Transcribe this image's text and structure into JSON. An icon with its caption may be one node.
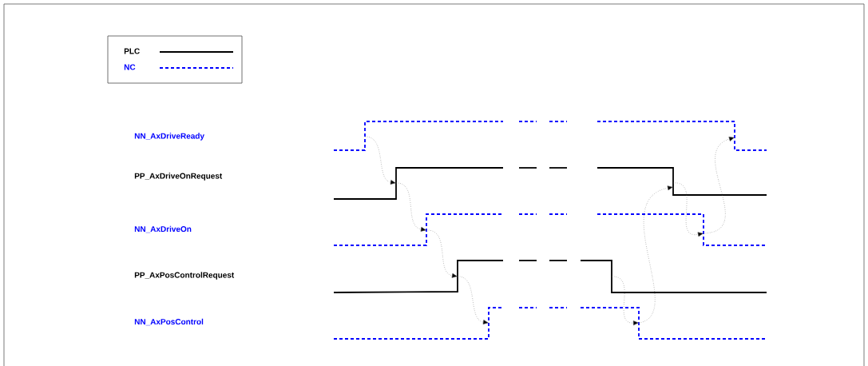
{
  "diagram": {
    "labels": [
      "NN_AxDriveReady",
      "PP_AxDriveOnRequest",
      "NN_AxDriveOn",
      "PP_AxPosControlRequest",
      "NN_AxPosControl"
    ],
    "legend": [
      {
        "text": "PLC"
      },
      {
        "text": "NC"
      }
    ]
  }
}
